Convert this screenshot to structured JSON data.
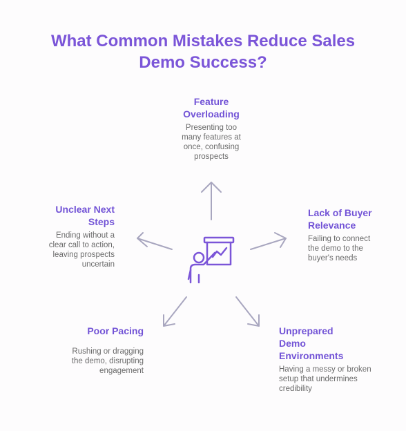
{
  "title": {
    "line1": "What Common Mistakes Reduce Sales",
    "line2": "Demo Success?"
  },
  "items": [
    {
      "heading": [
        "Feature",
        "Overloading"
      ],
      "description": [
        "Presenting too",
        "many features at",
        "once, confusing",
        "prospects"
      ]
    },
    {
      "heading": [
        "Lack of Buyer",
        "Relevance"
      ],
      "description": [
        "Failing to connect",
        "the demo to the",
        "buyer's needs"
      ]
    },
    {
      "heading": [
        "Unprepared",
        "Demo",
        "Environments"
      ],
      "description": [
        "Having a messy or broken",
        "setup that undermines",
        "credibility"
      ]
    },
    {
      "heading": [
        "Poor Pacing"
      ],
      "description": [
        "Rushing or dragging",
        "the demo, disrupting",
        "engagement"
      ]
    },
    {
      "heading": [
        "Unclear Next",
        "Steps"
      ],
      "description": [
        "Ending without a",
        "clear call to action,",
        "leaving prospects",
        "uncertain"
      ]
    }
  ],
  "colors": {
    "title": "#7b55d8",
    "heading": "#7253d6",
    "description": "#6b6b6b",
    "arrow": "#a8a6bf",
    "icon": "#7b55d8"
  },
  "center_icon": "presenter-at-board-icon"
}
